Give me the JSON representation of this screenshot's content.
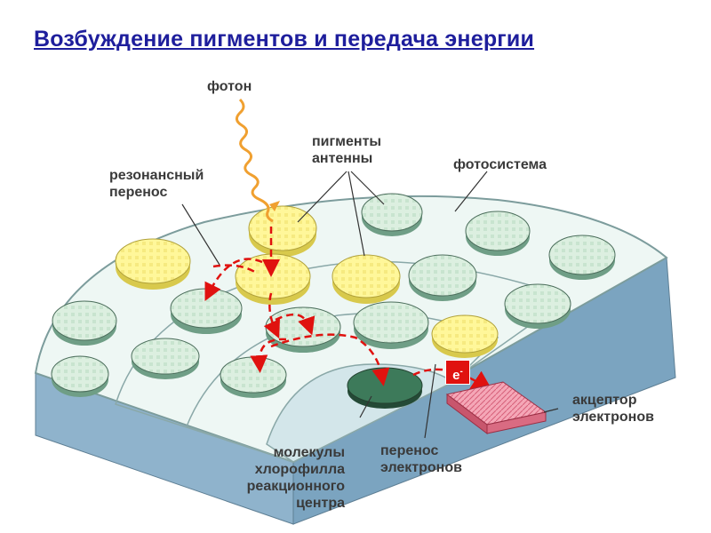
{
  "title": "Возбуждение пигментов и передача энергии",
  "labels": {
    "photon": "фотон",
    "antenna_pigments": [
      "пигменты",
      "антенны"
    ],
    "resonance_transfer": [
      "резонансный",
      "перенос"
    ],
    "photosystem": "фотосистема",
    "electron_symbol": "e",
    "electron_sign": "-",
    "electron_acceptor": [
      "акцептор",
      "электронов"
    ],
    "electron_transfer": [
      "перенос",
      "электронов"
    ],
    "reaction_center": [
      "молекулы",
      "хлорофилла",
      "реакционного",
      "центра"
    ]
  },
  "colors": {
    "title": "#1e1e9c",
    "label_text": "#3a3a3a",
    "disk_face": "#dcefe0",
    "disk_side": "#6f9e86",
    "excited_face": "#fff79a",
    "reaction_center": "#3d7a5a",
    "acceptor": "#f28ca1",
    "arrow_red": "#e0120f",
    "photon_wave": "#f0a030",
    "photosystem_side": "#8fb3cc"
  }
}
